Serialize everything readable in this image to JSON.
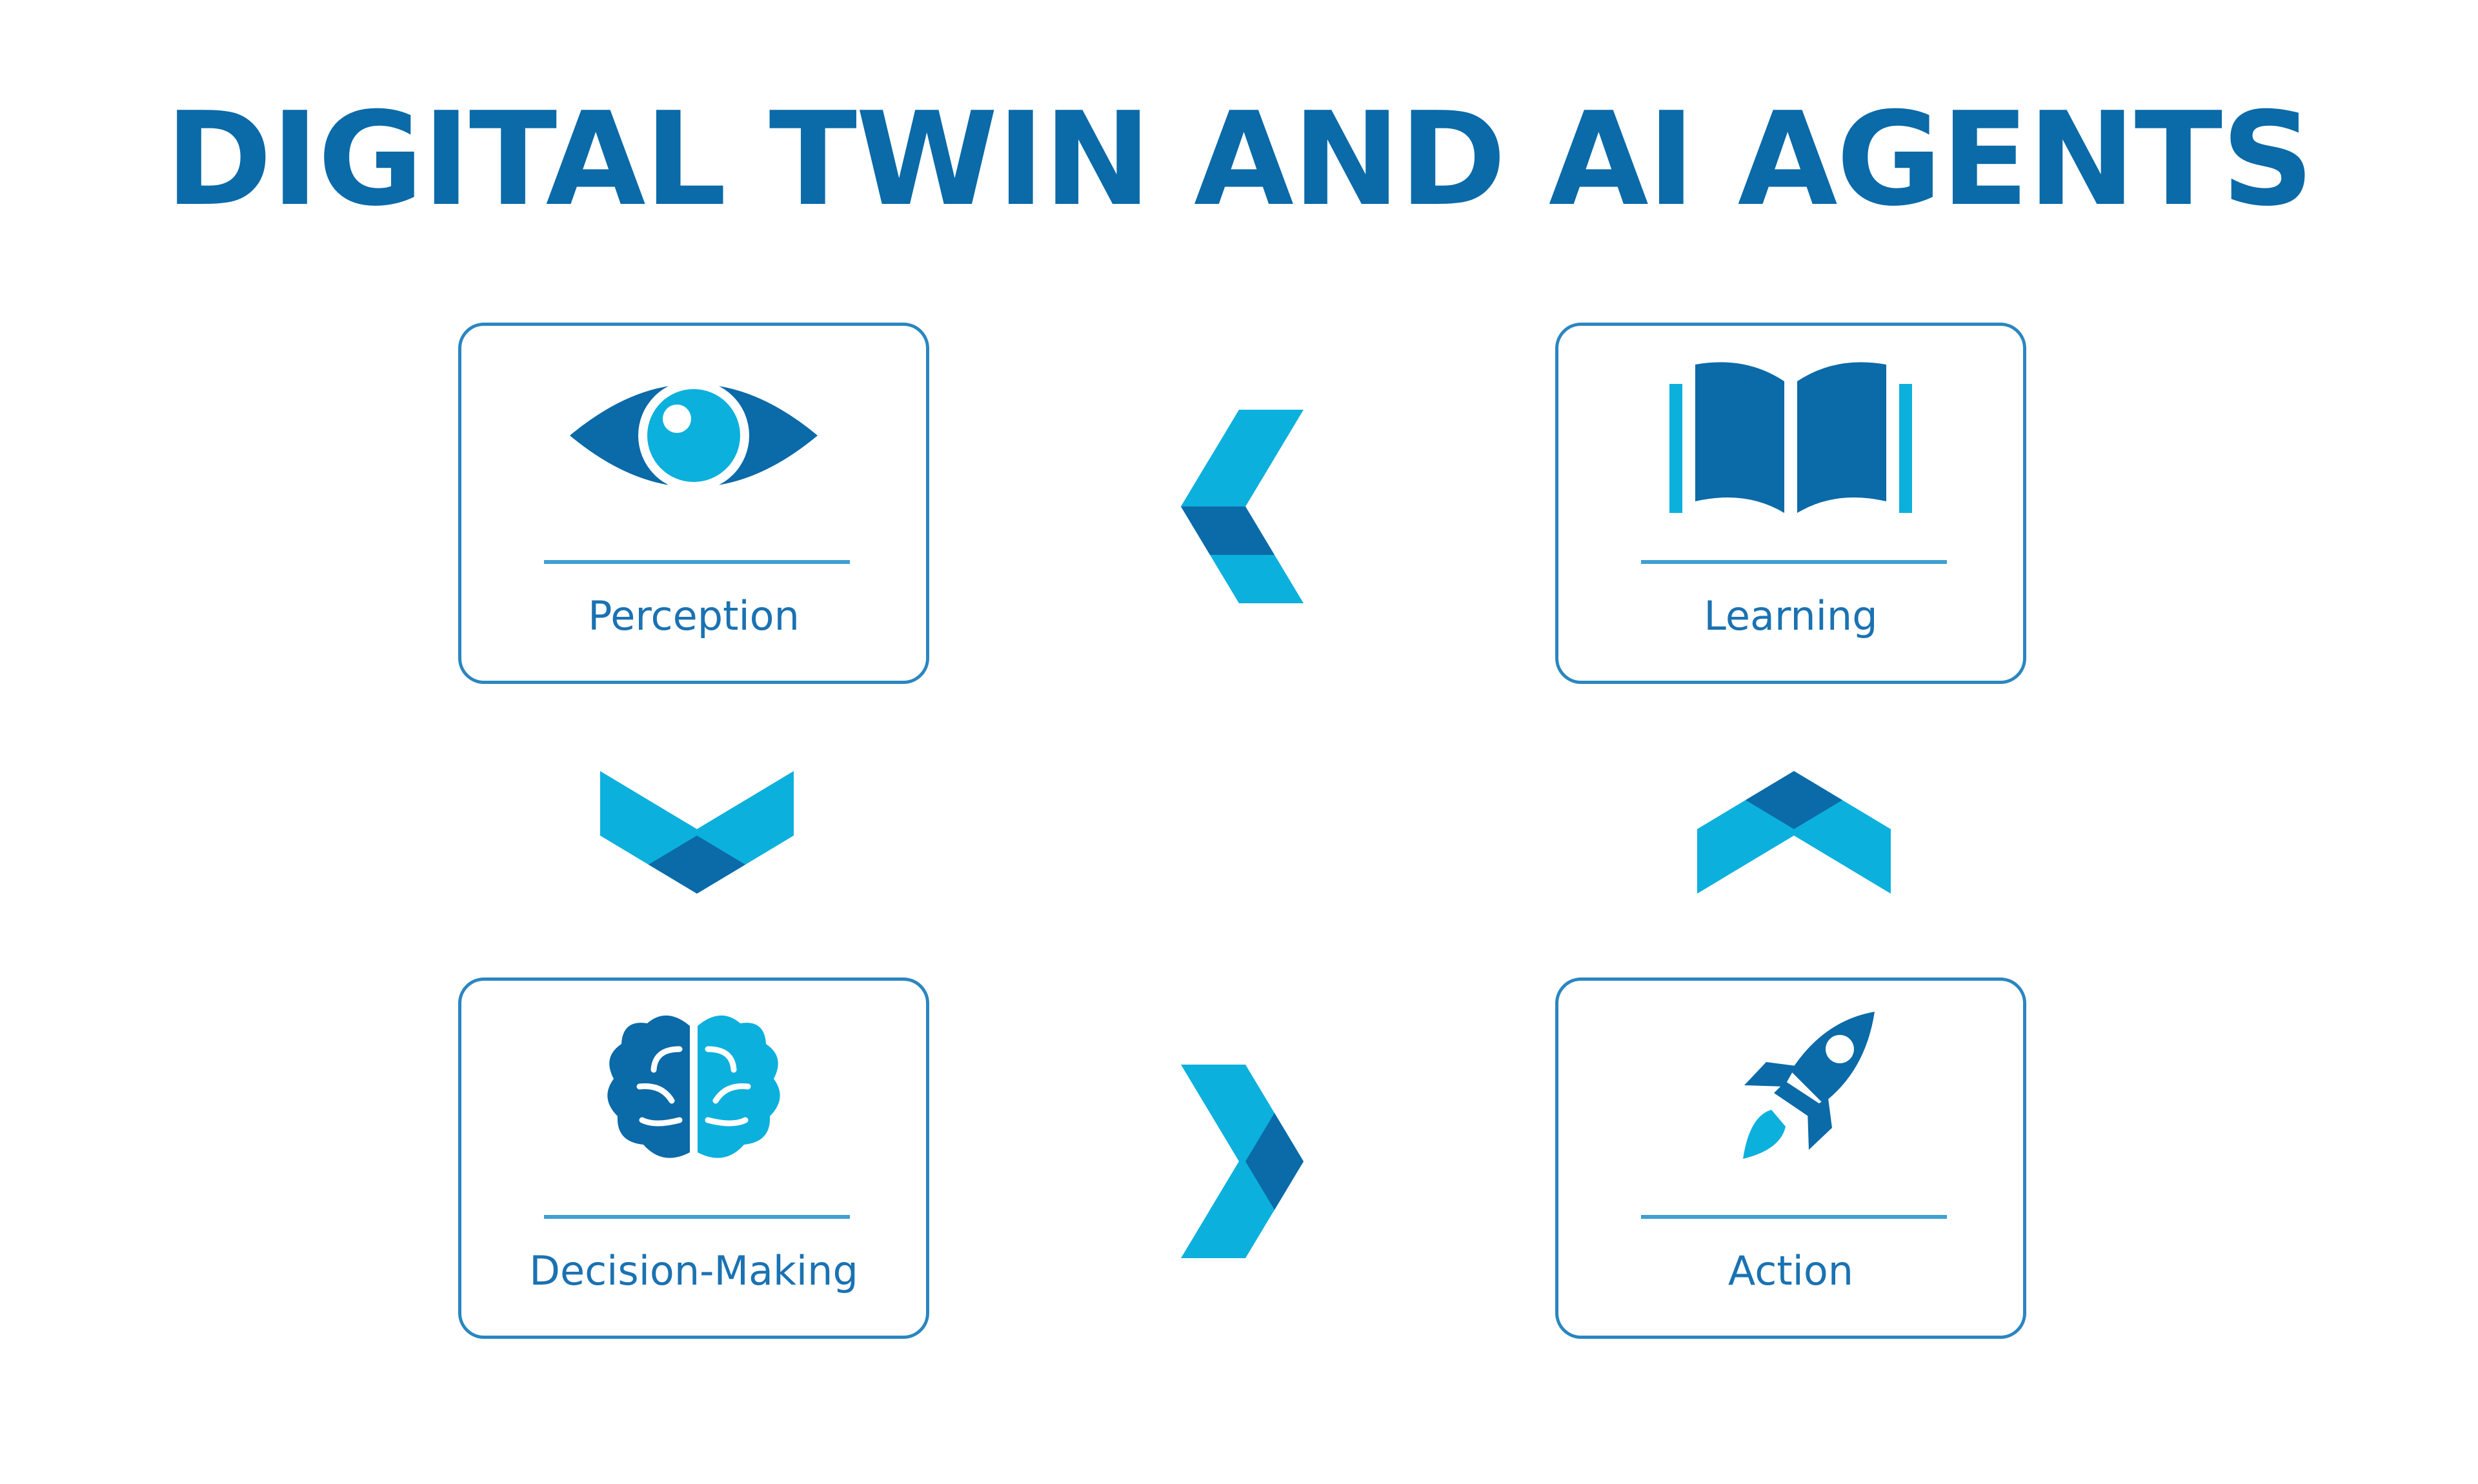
{
  "title": "DIGITAL TWIN AND AI AGENTS",
  "colors": {
    "primary": "#0b6aa8",
    "accent_light": "#0cb0dd",
    "accent_dark": "#0b6aa8",
    "border": "#2a86c0"
  },
  "stages": [
    {
      "label": "Perception",
      "icon": "eye-icon"
    },
    {
      "label": "Learning",
      "icon": "open-book-icon"
    },
    {
      "label": "Decision-Making",
      "icon": "brain-icon"
    },
    {
      "label": "Action",
      "icon": "rocket-icon"
    }
  ],
  "flow": [
    {
      "from": "Perception",
      "to": "Decision-Making",
      "direction": "down"
    },
    {
      "from": "Decision-Making",
      "to": "Action",
      "direction": "right"
    },
    {
      "from": "Action",
      "to": "Learning",
      "direction": "up"
    },
    {
      "from": "Learning",
      "to": "Perception",
      "direction": "left"
    }
  ]
}
